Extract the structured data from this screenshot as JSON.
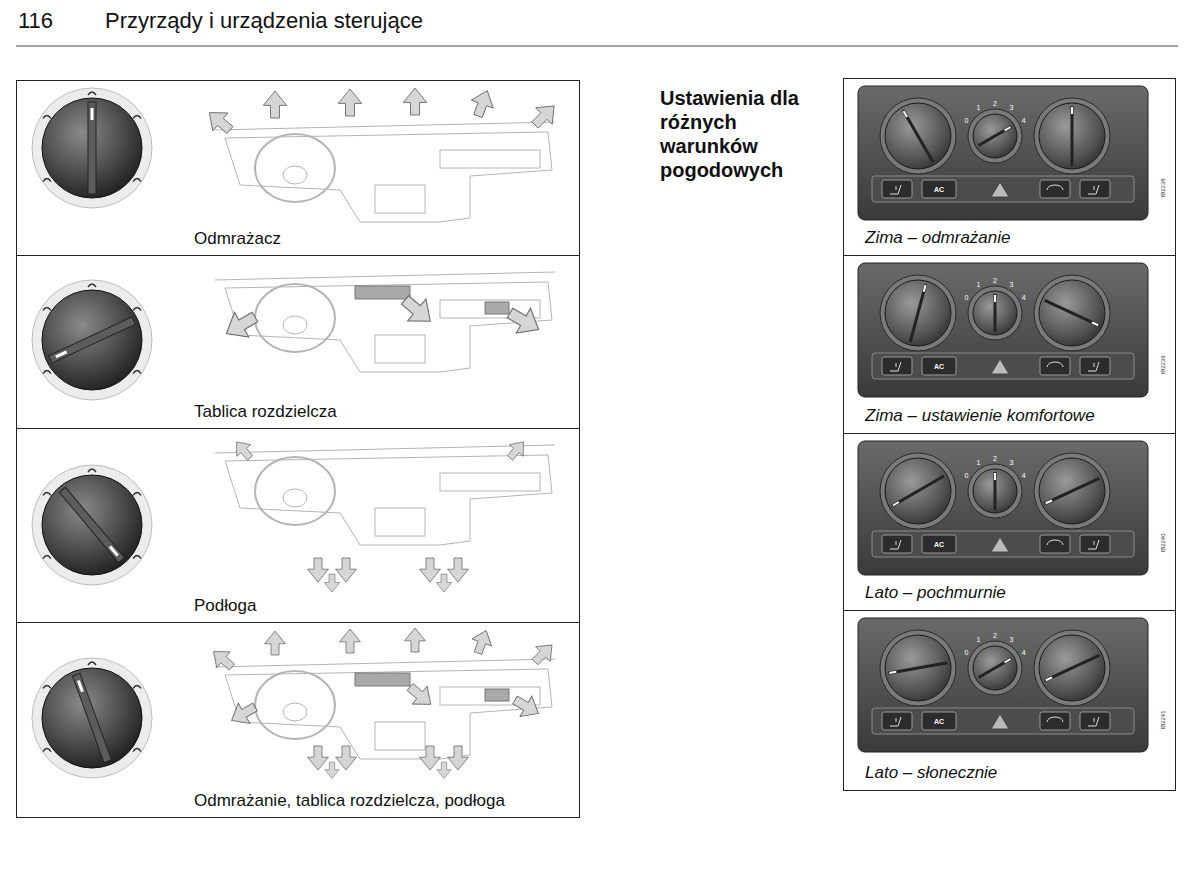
{
  "diagram": {
    "title": "Przyrządy i urządzenia sterujące",
    "nodes": [
      {
        "text": [
          "Odmrażacz"
        ]
      },
      {
        "text": [
          "Tablica rozdzielcza"
        ]
      },
      {
        "text": [
          "Podłoga"
        ]
      },
      {
        "text": [
          "Odmrażanie, tablica rozdzielcza, podłoga"
        ]
      },
      {
        "text": [
          "Zima – odmrażanie"
        ]
      },
      {
        "text": [
          "Zima – ustawienie komfortowe"
        ]
      },
      {
        "text": [
          "Lato – pochmurnie"
        ]
      },
      {
        "text": [
          "Lato – słonecznie"
        ]
      }
    ],
    "labels": [
      "116",
      "Ustawienia dla różnych warunków pogodowych",
      "0",
      "1",
      "2",
      "3",
      "4",
      "AC",
      "IB2238",
      "0",
      "1",
      "2",
      "3",
      "4",
      "AC",
      "IB2239",
      "0",
      "1",
      "2",
      "3",
      "4",
      "AC",
      "IB2240",
      "0",
      "1",
      "2",
      "3",
      "4",
      "AC",
      "IB2241"
    ]
  }
}
